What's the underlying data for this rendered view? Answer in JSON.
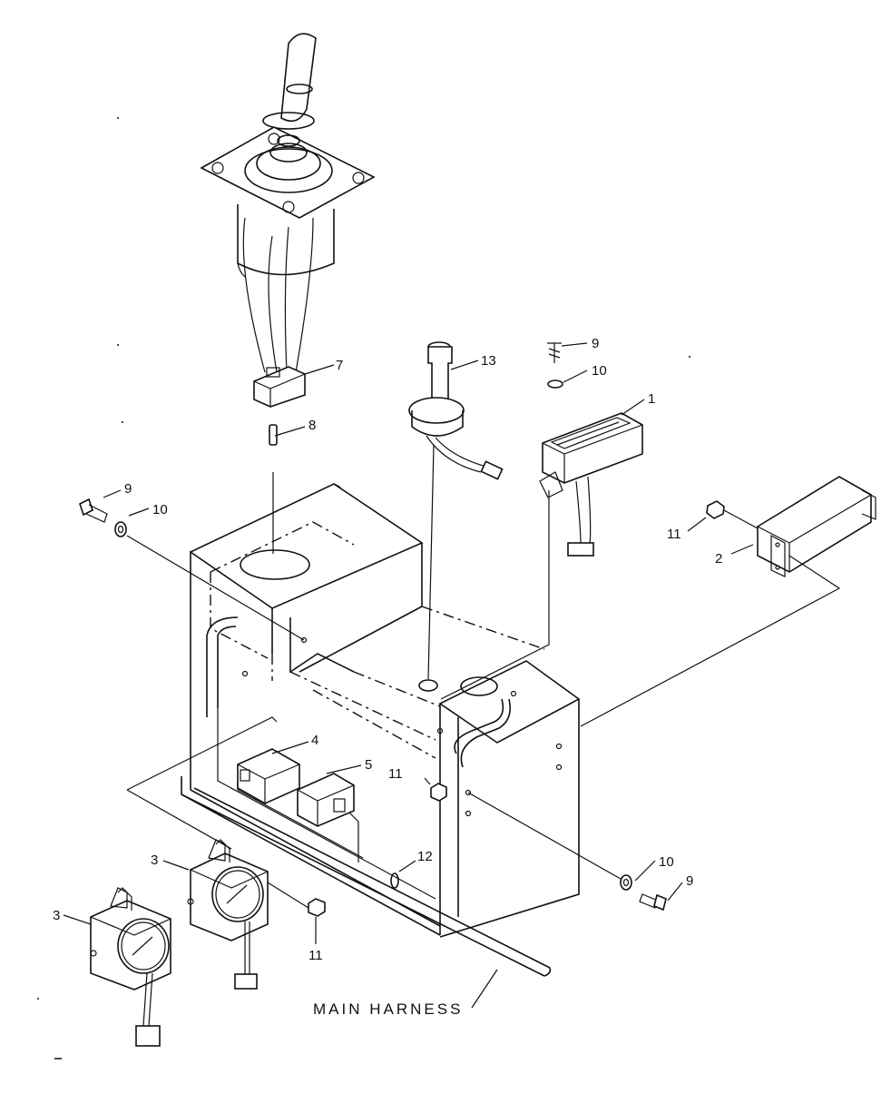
{
  "callouts": {
    "c1": "1",
    "c2": "2",
    "c3a": "3",
    "c3b": "3",
    "c4": "4",
    "c5": "5",
    "c7": "7",
    "c8": "8",
    "c9a": "9",
    "c9b": "9",
    "c9c": "9",
    "c10a": "10",
    "c10b": "10",
    "c10c": "10",
    "c11a": "11",
    "c11b": "11",
    "c11c": "11",
    "c12": "12",
    "c13": "13"
  },
  "harness_label": "MAIN HARNESS",
  "colors": {
    "line": "#111111",
    "background": "#ffffff"
  }
}
